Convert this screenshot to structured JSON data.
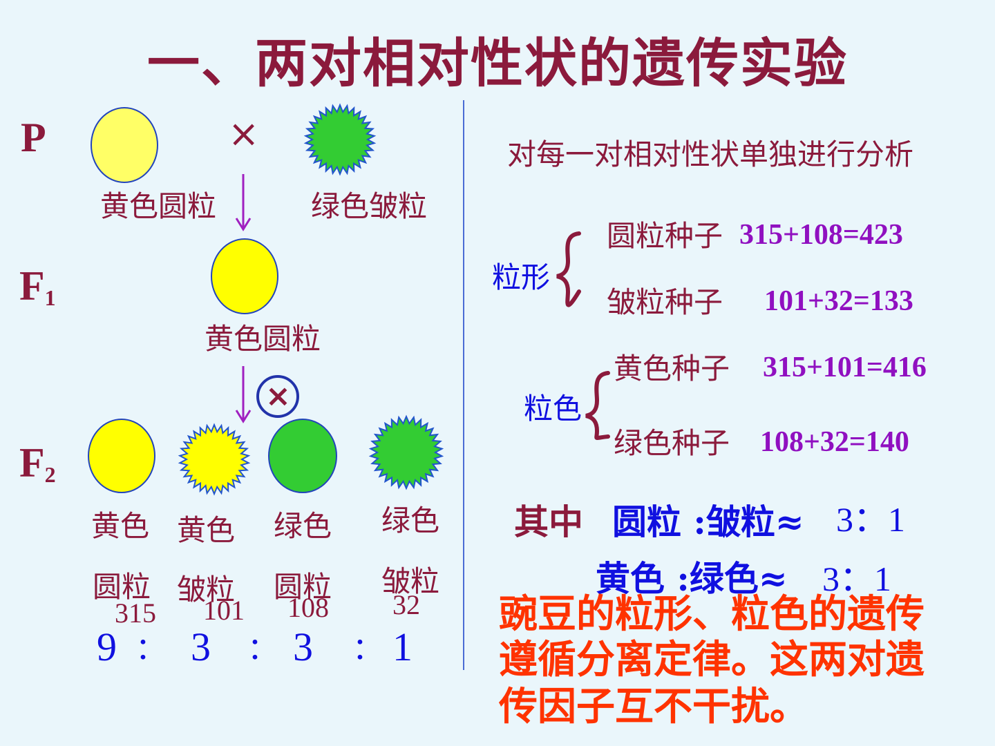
{
  "title": "一、两对相对性状的遗传实验",
  "generations": {
    "p": "P",
    "f1_base": "F",
    "f1_sub": "1",
    "f2_base": "F",
    "f2_sub": "2"
  },
  "symbols": {
    "cross": "×",
    "self_cross": "×"
  },
  "parents": {
    "left": "黄色圆粒",
    "right": "绿色皱粒"
  },
  "f1": {
    "label": "黄色圆粒"
  },
  "f2": [
    {
      "line1": "黄色",
      "line2": "圆粒",
      "count": "315"
    },
    {
      "line1": "黄色",
      "line2": "皱粒",
      "count": "101"
    },
    {
      "line1": "绿色",
      "line2": "圆粒",
      "count": "108"
    },
    {
      "line1": "绿色",
      "line2": "皱粒",
      "count": "32"
    }
  ],
  "f2_ratio": [
    "9",
    "：",
    "3",
    "：",
    "3",
    "：",
    "1"
  ],
  "analysis": {
    "heading": "对每一对相对性状单独进行分析",
    "shape_label": "粒形",
    "shape_rows": [
      {
        "label": "圆粒种子",
        "calc": "315+108=423"
      },
      {
        "label": "皱粒种子",
        "calc": "101+32=133"
      }
    ],
    "color_label": "粒色",
    "color_rows": [
      {
        "label": "黄色种子",
        "calc": "315+101=416"
      },
      {
        "label": "绿色种子",
        "calc": "108+32=140"
      }
    ],
    "among": "其中",
    "ratio1_label": "圆粒 :皱粒≈",
    "ratio1_value": "3：1",
    "ratio2_label": "黄色 :绿色≈",
    "ratio2_value": "3：1"
  },
  "conclusion": [
    "豌豆的粒形、粒色的遗传",
    "遵循分离定律。这两对遗",
    "传因子互不干扰。"
  ],
  "colors": {
    "yellow": "#ffff00",
    "pale_yellow": "#ffff66",
    "green": "#33cc33",
    "maroon": "#8b1a3c",
    "blue": "#1010e0",
    "purple": "#9010c0",
    "red": "#ff3300"
  }
}
